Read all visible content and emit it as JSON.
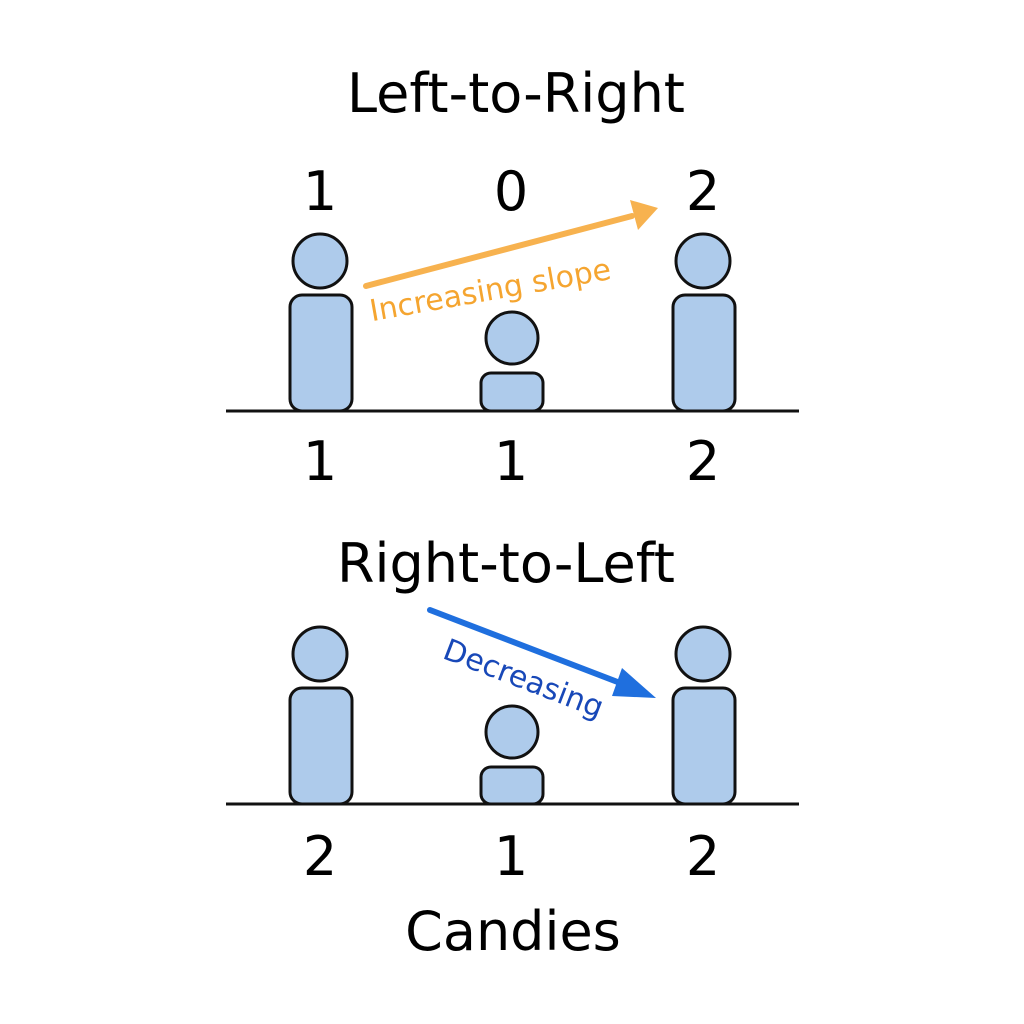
{
  "colors": {
    "person_fill": "#aecbeb",
    "outline": "#111111",
    "increasing_arrow": "#f7b24f",
    "increasing_text": "#f5a530",
    "decreasing_arrow": "#1f6fde",
    "decreasing_text": "#1848b8"
  },
  "top_panel": {
    "title": "Left-to-Right",
    "ratings": [
      "1",
      "0",
      "2"
    ],
    "candies": [
      "1",
      "1",
      "2"
    ],
    "arrow_label": "Increasing slope"
  },
  "bottom_panel": {
    "title": "Right-to-Left",
    "candies": [
      "2",
      "1",
      "2"
    ],
    "arrow_label": "Decreasing",
    "caption": "Candies"
  }
}
